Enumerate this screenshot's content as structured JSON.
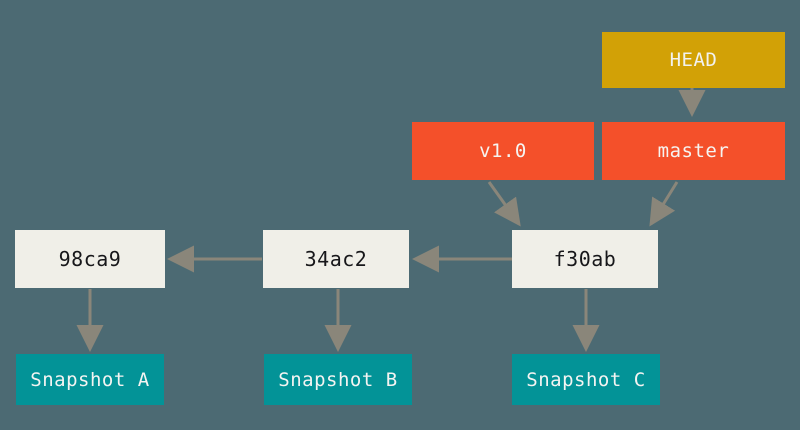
{
  "diagram": {
    "title": "git-branches-history",
    "background_color": "#4c6a73",
    "colors": {
      "head": "#d2a106",
      "ref": "#f4502a",
      "commit": "#f0efe8",
      "snapshot": "#039397",
      "arrow": "#8a867a",
      "commit_text": "#17171a",
      "light_text": "#f4f4f2"
    },
    "nodes": {
      "head": {
        "label": "HEAD"
      },
      "tag_v10": {
        "label": "v1.0"
      },
      "branch_master": {
        "label": "master"
      },
      "commit_98ca9": {
        "label": "98ca9"
      },
      "commit_34ac2": {
        "label": "34ac2"
      },
      "commit_f30ab": {
        "label": "f30ab"
      },
      "snapshot_a": {
        "label": "Snapshot A"
      },
      "snapshot_b": {
        "label": "Snapshot B"
      },
      "snapshot_c": {
        "label": "Snapshot C"
      }
    },
    "edges": [
      {
        "name": "head-to-master",
        "from": "HEAD",
        "to": "master"
      },
      {
        "name": "v1.0-to-f30ab",
        "from": "v1.0",
        "to": "f30ab"
      },
      {
        "name": "master-to-f30ab",
        "from": "master",
        "to": "f30ab"
      },
      {
        "name": "f30ab-to-34ac2",
        "from": "f30ab",
        "to": "34ac2"
      },
      {
        "name": "34ac2-to-98ca9",
        "from": "34ac2",
        "to": "98ca9"
      },
      {
        "name": "98ca9-to-snapshot-a",
        "from": "98ca9",
        "to": "Snapshot A"
      },
      {
        "name": "34ac2-to-snapshot-b",
        "from": "34ac2",
        "to": "Snapshot B"
      },
      {
        "name": "f30ab-to-snapshot-c",
        "from": "f30ab",
        "to": "Snapshot C"
      }
    ]
  }
}
